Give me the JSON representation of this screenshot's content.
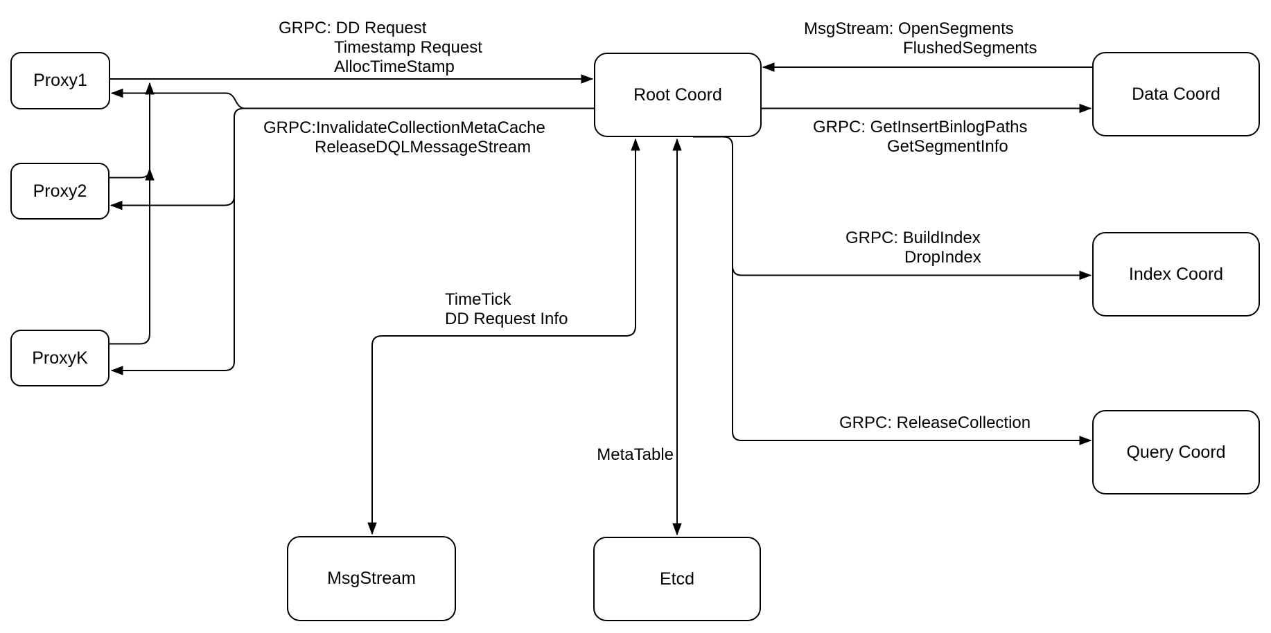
{
  "nodes": {
    "proxy1": {
      "label": "Proxy1"
    },
    "proxy2": {
      "label": "Proxy2"
    },
    "proxyk": {
      "label": "ProxyK"
    },
    "root_coord": {
      "label": "Root Coord"
    },
    "data_coord": {
      "label": "Data Coord"
    },
    "index_coord": {
      "label": "Index Coord"
    },
    "query_coord": {
      "label": "Query Coord"
    },
    "msgstream": {
      "label": "MsgStream"
    },
    "etcd": {
      "label": "Etcd"
    }
  },
  "edge_labels": {
    "proxy_to_root": [
      "GRPC: DD Request",
      "Timestamp Request",
      "AllocTimeStamp"
    ],
    "root_to_proxy": [
      "GRPC:InvalidateCollectionMetaCache",
      "ReleaseDQLMessageStream"
    ],
    "data_to_root": [
      "MsgStream: OpenSegments",
      "FlushedSegments"
    ],
    "root_to_data": [
      "GRPC: GetInsertBinlogPaths",
      "GetSegmentInfo"
    ],
    "root_to_index": [
      "GRPC: BuildIndex",
      "DropIndex"
    ],
    "root_to_query": [
      "GRPC: ReleaseCollection"
    ],
    "root_to_msgstream": [
      "TimeTick",
      "DD Request Info"
    ],
    "root_to_etcd": [
      "MetaTable"
    ]
  },
  "colors": {
    "stroke": "#000000",
    "node_fill": "#ffffff",
    "background": "#ffffff",
    "text": "#000000"
  }
}
